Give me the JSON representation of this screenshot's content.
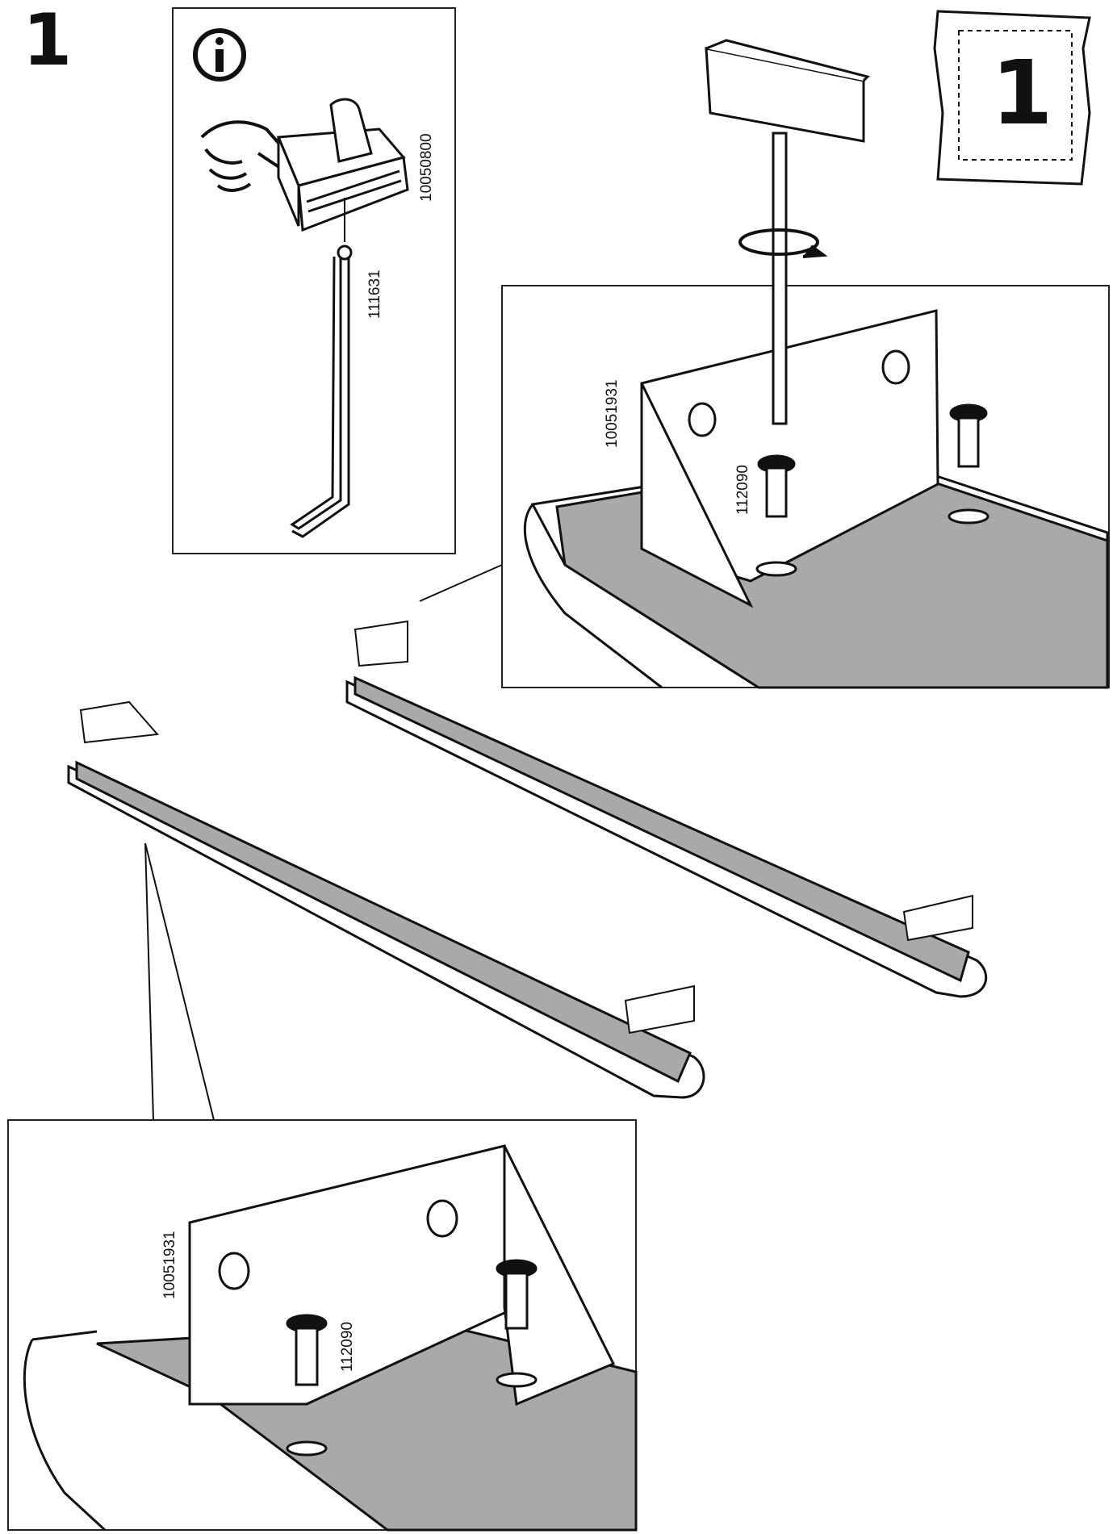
{
  "step": {
    "number": "1"
  },
  "info_panel": {
    "icon": "info-icon",
    "tool_handle_part": "10050800",
    "allen_key_part": "111631"
  },
  "bag_icon": {
    "number": "1",
    "icon": "hardware-bag-icon"
  },
  "detail_top": {
    "bracket_part": "10051931",
    "screw_part": "112090",
    "tool_icon": "t-handle-driver-icon",
    "rotate_icon": "rotate-clockwise-icon"
  },
  "detail_bottom": {
    "bracket_part": "10051931",
    "screw_part": "112090"
  },
  "colors": {
    "line": "#111111",
    "panel_fill": "#a9a9a9",
    "paper": "#ffffff"
  }
}
